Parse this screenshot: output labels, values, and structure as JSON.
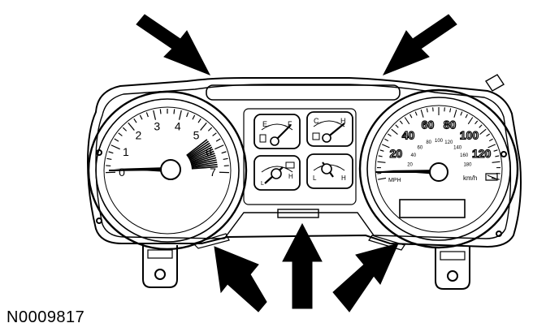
{
  "figure_id": "N0009817",
  "tachometer": {
    "scale_labels": [
      "0",
      "1",
      "2",
      "3",
      "4",
      "5",
      "6",
      "7"
    ]
  },
  "speedometer": {
    "outer_labels": [
      "20",
      "40",
      "60",
      "80",
      "100",
      "120"
    ],
    "inner_labels": [
      "20",
      "40",
      "60",
      "80",
      "100",
      "120",
      "140",
      "160",
      "180"
    ],
    "units_right": "km/h",
    "units_left": "MPH"
  },
  "fuel_gauge": {
    "empty_label": "E",
    "full_label": "F"
  },
  "temp_gauge": {
    "cold_label": "C",
    "hot_label": "H"
  },
  "voltage_gauge": {
    "low_label": "L",
    "high_label": "H"
  },
  "oil_gauge": {
    "low_label": "L",
    "high_label": "H"
  },
  "colors": {
    "line": "#000000",
    "background": "#ffffff"
  }
}
